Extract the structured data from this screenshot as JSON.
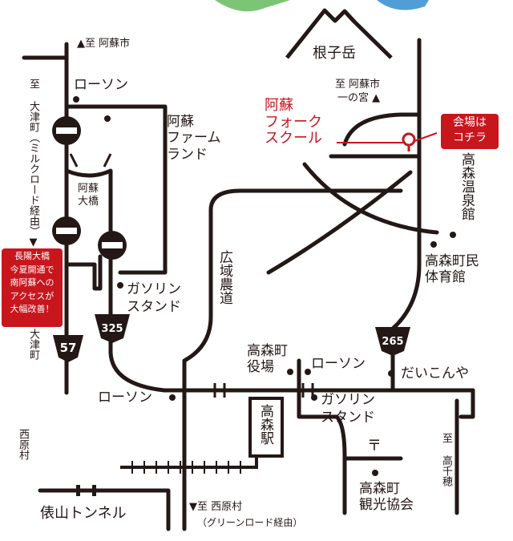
{
  "map": {
    "mountain": "根子岳",
    "school": [
      "阿蘇",
      "フォーク",
      "スクール"
    ],
    "venue_badge": [
      "会場は",
      "コチラ"
    ],
    "notice_badge": [
      "長陽大橋",
      "今夏開通で",
      "南阿蘇への",
      "アクセスが",
      "大幅改善！"
    ],
    "to_aso_top": "▲至 阿蘇市",
    "to_aso_ichinomiya": [
      "至 阿蘇市",
      "一の宮 ▲"
    ],
    "to_otsu_milk": "至 大津町（ミルクロード経由）▼",
    "to_otsu": "大津町",
    "to_nishihara_left": "西原村",
    "to_nishihara_bottom": "▼至 西原村",
    "green_road": "（グリーンロード経由）",
    "to_takachiho": "至 高千穂",
    "lawson_top": "ローソン",
    "farmland": [
      "阿蘇",
      "ファーム",
      "ランド"
    ],
    "aso_bridge": [
      "阿蘇",
      "大橋"
    ],
    "gas_left": [
      "ガソリン",
      "スタンド"
    ],
    "koiki_road": "広域農道",
    "onsen": "高森温泉館",
    "gym": [
      "高森町民",
      "体育館"
    ],
    "town_office": [
      "高森町",
      "役場"
    ],
    "lawson_mid": "ローソン",
    "daikonya": "だいこんや",
    "lawson_bottom": "ローソン",
    "takamori_station": "高森駅",
    "gas_right": [
      "ガソリン",
      "スタンド"
    ],
    "post_symbol": "〒",
    "tourism": [
      "高森町",
      "観光協会"
    ],
    "tunnel": "俵山トンネル",
    "route_57": "57",
    "route_325": "325",
    "route_265": "265"
  },
  "colors": {
    "road": "#231815",
    "accent": "#c8161d",
    "bg": "#ffffff",
    "water": "#4f9fd6",
    "grass": "#7cc576"
  }
}
